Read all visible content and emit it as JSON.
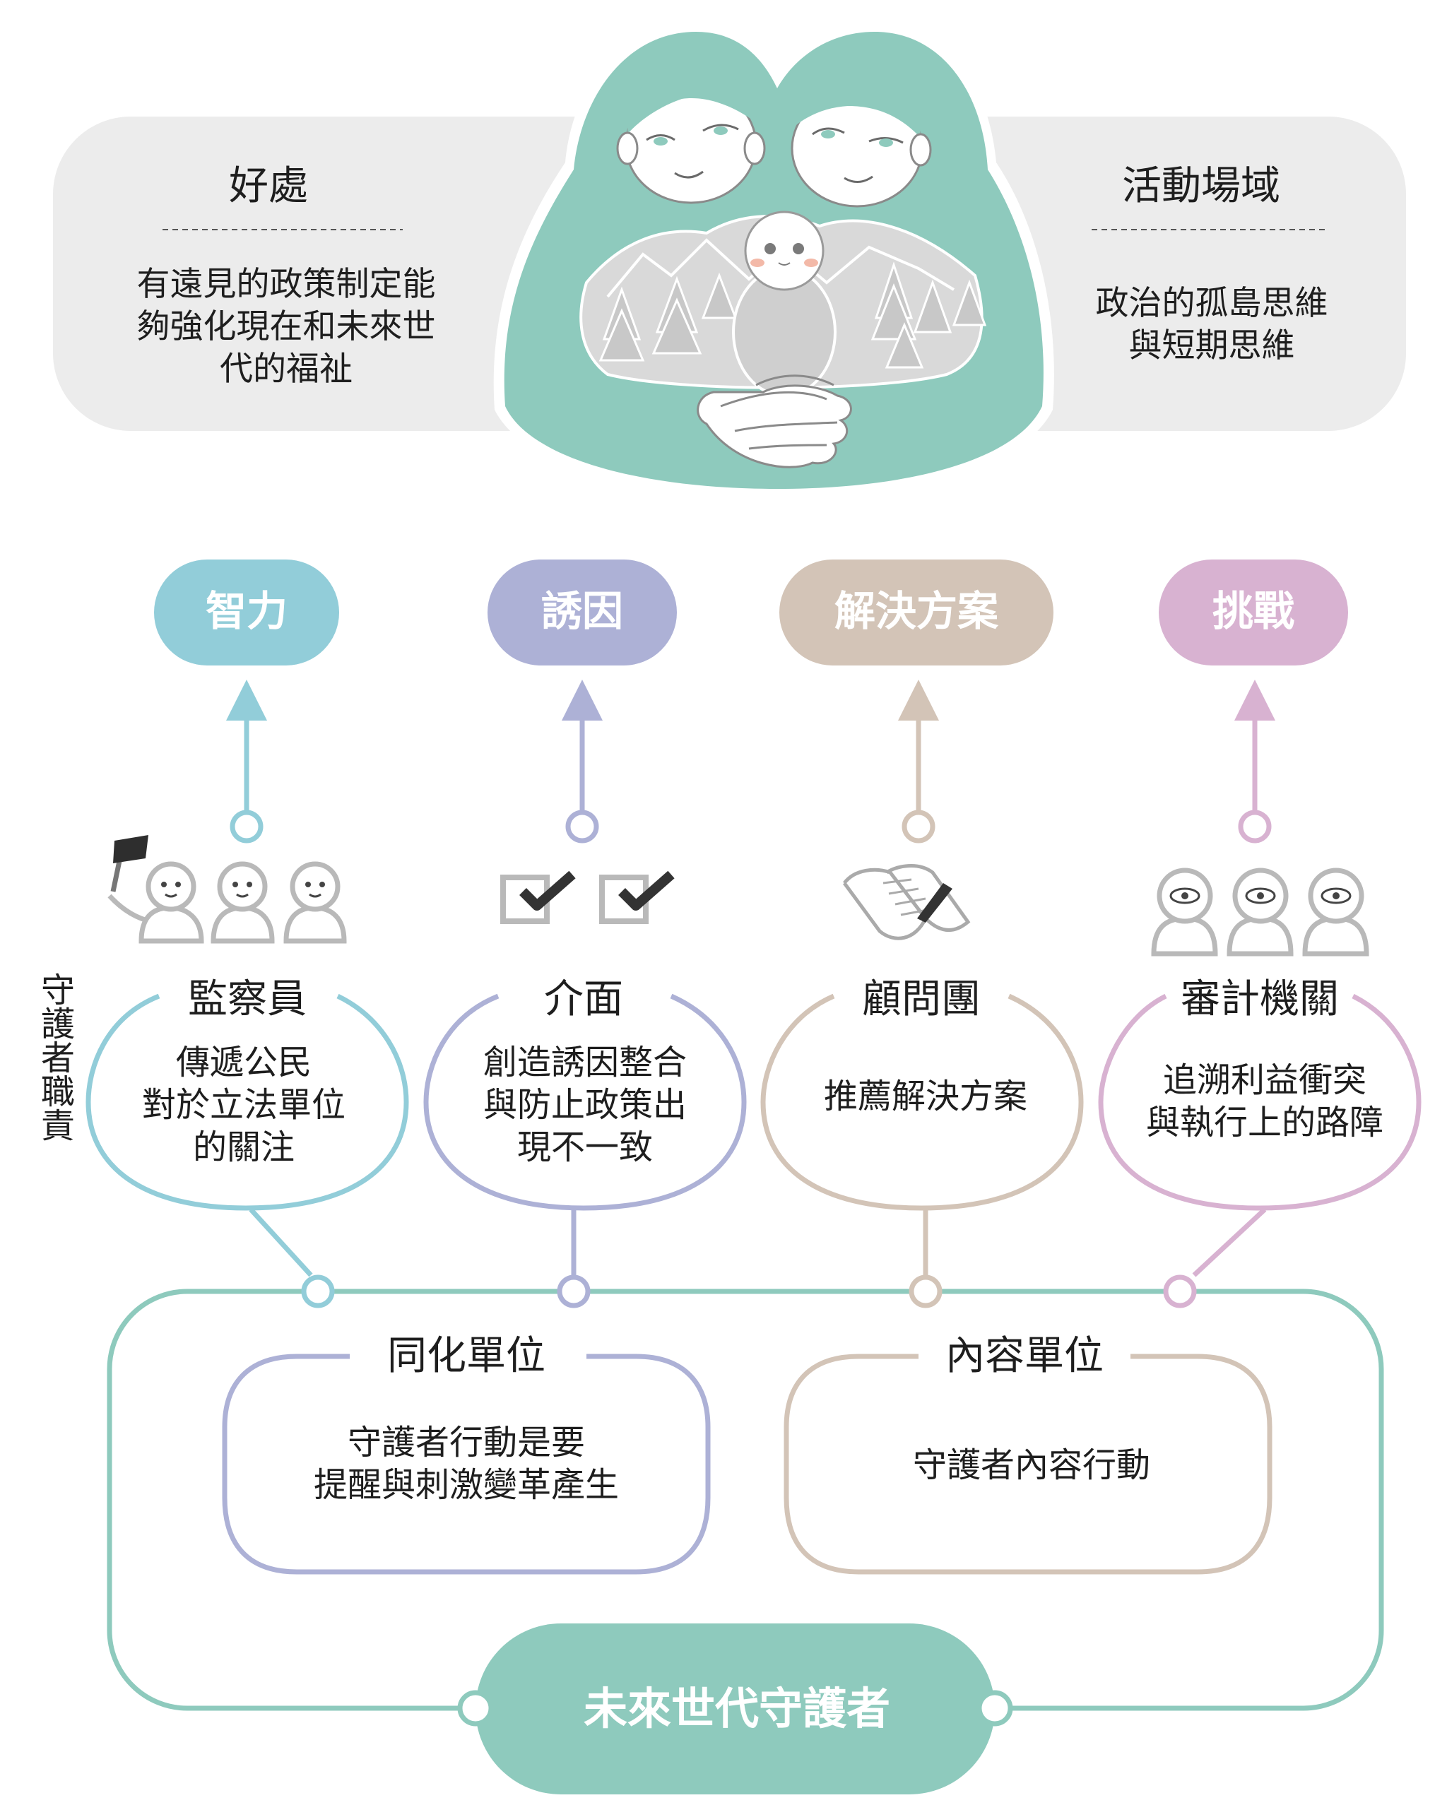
{
  "top": {
    "left_panel": {
      "title": "好處",
      "lines": [
        "有遠見的政策制定能",
        "夠強化現在和未來世",
        "代的福祉"
      ]
    },
    "right_panel": {
      "title": "活動場域",
      "lines": [
        "政治的孤島思維",
        "與短期思維"
      ]
    }
  },
  "vertical_label": [
    "守",
    "護",
    "者",
    "職",
    "責"
  ],
  "columns": [
    {
      "pill": "智力",
      "icon": "three-people-with-flag-icon",
      "role": "監察員",
      "desc": [
        "傳遞公民",
        "對於立法單位",
        "的關注"
      ],
      "color": "#92cdd9"
    },
    {
      "pill": "誘因",
      "icon": "two-checkboxes-icon",
      "role": "介面",
      "desc": [
        "創造誘因整合",
        "與防止政策出",
        "現不一致"
      ],
      "color": "#adb1d6"
    },
    {
      "pill": "解決方案",
      "icon": "document-with-pen-icon",
      "role": "顧問團",
      "desc": [
        "推薦解決方案"
      ],
      "color": "#d3c4b7"
    },
    {
      "pill": "挑戰",
      "icon": "three-people-with-eye-icon",
      "role": "審計機關",
      "desc": [
        "追溯利益衝突",
        "與執行上的路障"
      ],
      "color": "#d8b2d1"
    }
  ],
  "units": [
    {
      "title": "同化單位",
      "desc": [
        "守護者行動是要",
        "提醒與刺激變革產生"
      ],
      "color": "#adb1d6"
    },
    {
      "title": "內容單位",
      "desc": [
        "守護者內容行動"
      ],
      "color": "#d3c4b7"
    }
  ],
  "bottom_pill": "未來世代守護者",
  "colors": {
    "teal": "#8ecabd",
    "panel_gray": "#ececec",
    "text": "#1e1e1e",
    "icon_gray": "#b9b9b9"
  }
}
